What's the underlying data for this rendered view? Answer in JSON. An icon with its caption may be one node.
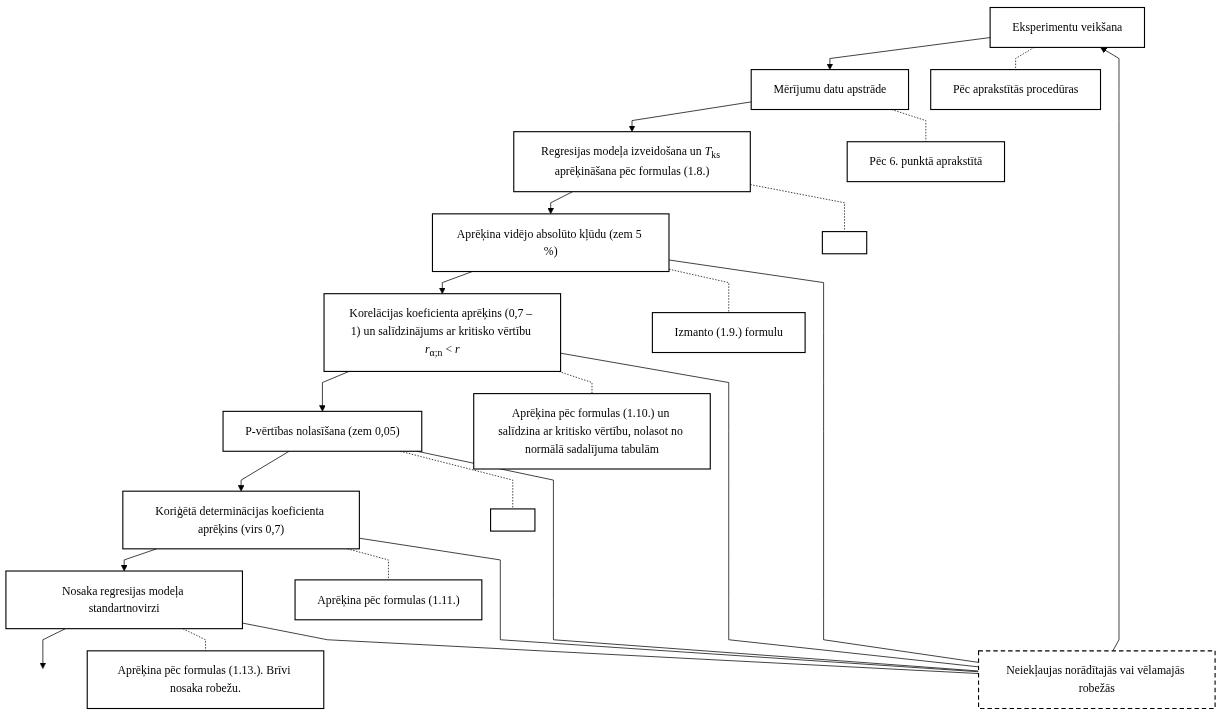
{
  "diagram": {
    "nodes": [
      {
        "text": [
          "Eksperimentu veikšana"
        ]
      },
      {
        "text": [
          "Mērījumu datu apstrāde"
        ]
      },
      {
        "text": [
          "Regresijas modeļa izveidošana un *T*$_{ks}$ aprēķināšana pēc formulas (1.8.)"
        ]
      },
      {
        "text": [
          "Aprēķina vidējo absolūto kļūdu (zem 5 %)"
        ]
      },
      {
        "text": [
          "Korelācijas koeficienta aprēķins (0,7 – 1) un salīdzinājums ar kritisko vērtību *r*$_{α;n}$ < *r*"
        ]
      },
      {
        "text": [
          "P-vērtības nolasīšana (zem 0,05)"
        ]
      },
      {
        "text": [
          "Koriģētā determinācijas koeficienta aprēķins (virs 0,7)"
        ]
      },
      {
        "text": [
          "Nosaka regresijas modeļa standartnovirzi"
        ]
      },
      {
        "text": [
          "Pēc aprakstītās procedūras"
        ]
      },
      {
        "text": [
          "Pēc 6. punktā aprakstītā"
        ]
      },
      {
        "text": [],
        "shape": "box"
      },
      {
        "text": [
          "Izmanto (1.9.) formulu"
        ]
      },
      {
        "text": [
          "Aprēķina pēc formulas (1.10.) un salīdzina ar kritisko vērtību, nolasot no normālā sadalījuma tabulām"
        ]
      },
      {
        "text": [],
        "shape": "box"
      },
      {
        "text": [
          "Aprēķina pēc formulas (1.11.)"
        ]
      },
      {
        "text": [
          "Aprēķina pēc formulas (1.13.). Brīvi nosaka robežu."
        ]
      },
      {
        "text": [
          "Neiekļaujas norādītajās vai vēlamajās robežās"
        ]
      }
    ],
    "edges": [
      {
        "from": 0,
        "to": 1,
        "arrow": "to"
      },
      {
        "from": 1,
        "to": 2,
        "arrow": "to"
      },
      {
        "from": 2,
        "to": 3,
        "arrow": "to"
      },
      {
        "from": 3,
        "to": 4,
        "arrow": "to"
      },
      {
        "from": 4,
        "to": 5,
        "arrow": "to"
      },
      {
        "from": 5,
        "to": 6,
        "arrow": "to"
      },
      {
        "from": 6,
        "to": 7,
        "arrow": "to"
      },
      {
        "from": 7,
        "to": null,
        "arrow": "to"
      },
      {
        "from": 0,
        "to": 8,
        "arrow": "none",
        "style": "dashed"
      },
      {
        "from": 1,
        "to": 9,
        "arrow": "none",
        "style": "dashed"
      },
      {
        "from": 2,
        "to": 10,
        "arrow": "none",
        "style": "dashed"
      },
      {
        "from": 3,
        "to": 11,
        "arrow": "none",
        "style": "dashed"
      },
      {
        "from": 4,
        "to": 12,
        "arrow": "none",
        "style": "dashed"
      },
      {
        "from": 5,
        "to": 13,
        "arrow": "none",
        "style": "dashed"
      },
      {
        "from": 6,
        "to": 14,
        "arrow": "none",
        "style": "dashed"
      },
      {
        "from": 7,
        "to": 15,
        "arrow": "none",
        "style": "dashed"
      },
      {
        "from": 3,
        "to": 16,
        "arrow": "none"
      },
      {
        "from": 4,
        "to": 16,
        "arrow": "none"
      },
      {
        "from": 5,
        "to": 16,
        "arrow": "none"
      },
      {
        "from": 6,
        "to": 16,
        "arrow": "none"
      },
      {
        "from": 7,
        "to": 16,
        "arrow": "none"
      },
      {
        "from": 16,
        "to": 0,
        "arrow": "to"
      }
    ]
  }
}
